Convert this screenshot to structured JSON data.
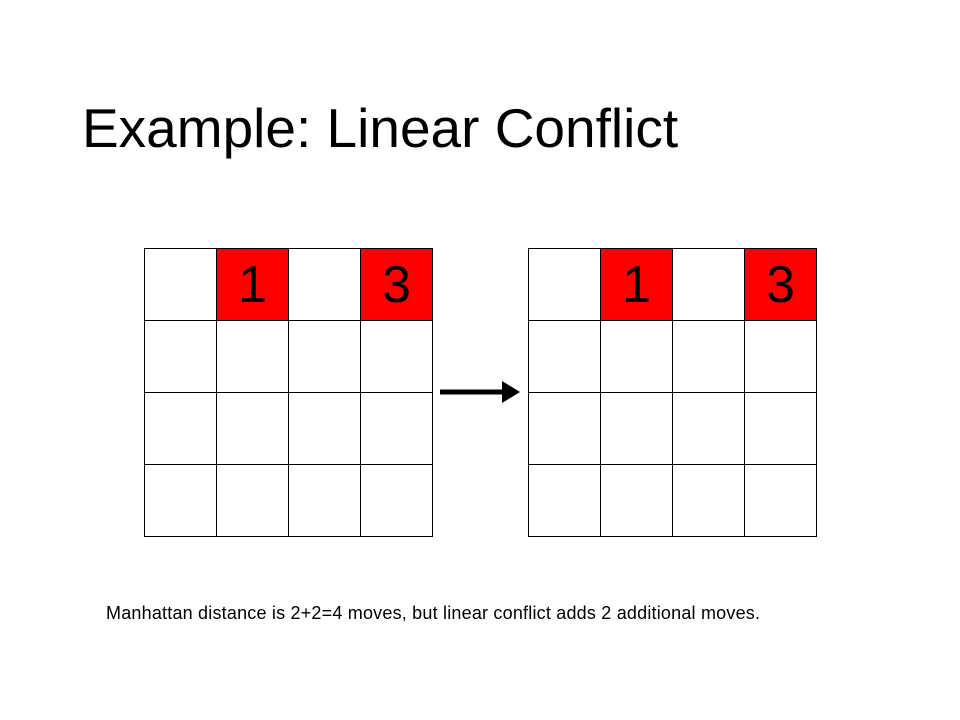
{
  "slide": {
    "title": "Example: Linear Conflict",
    "caption": "Manhattan distance is 2+2=4 moves, but linear conflict adds 2 additional moves."
  },
  "colors": {
    "highlight": "#ff0000",
    "grid_line": "#000000",
    "background": "#ffffff"
  },
  "grids": [
    {
      "cells": [
        [
          "",
          "1",
          "",
          "3"
        ],
        [
          "",
          "",
          "",
          ""
        ],
        [
          "",
          "",
          "",
          ""
        ],
        [
          "",
          "",
          "",
          ""
        ]
      ],
      "highlighted": [
        [
          0,
          1
        ],
        [
          0,
          3
        ]
      ]
    },
    {
      "cells": [
        [
          "",
          "1",
          "",
          "3"
        ],
        [
          "",
          "",
          "",
          ""
        ],
        [
          "",
          "",
          "",
          ""
        ],
        [
          "",
          "",
          "",
          ""
        ]
      ],
      "highlighted": [
        [
          0,
          1
        ],
        [
          0,
          3
        ]
      ]
    }
  ],
  "connector": {
    "icon": "arrow-right-icon"
  }
}
